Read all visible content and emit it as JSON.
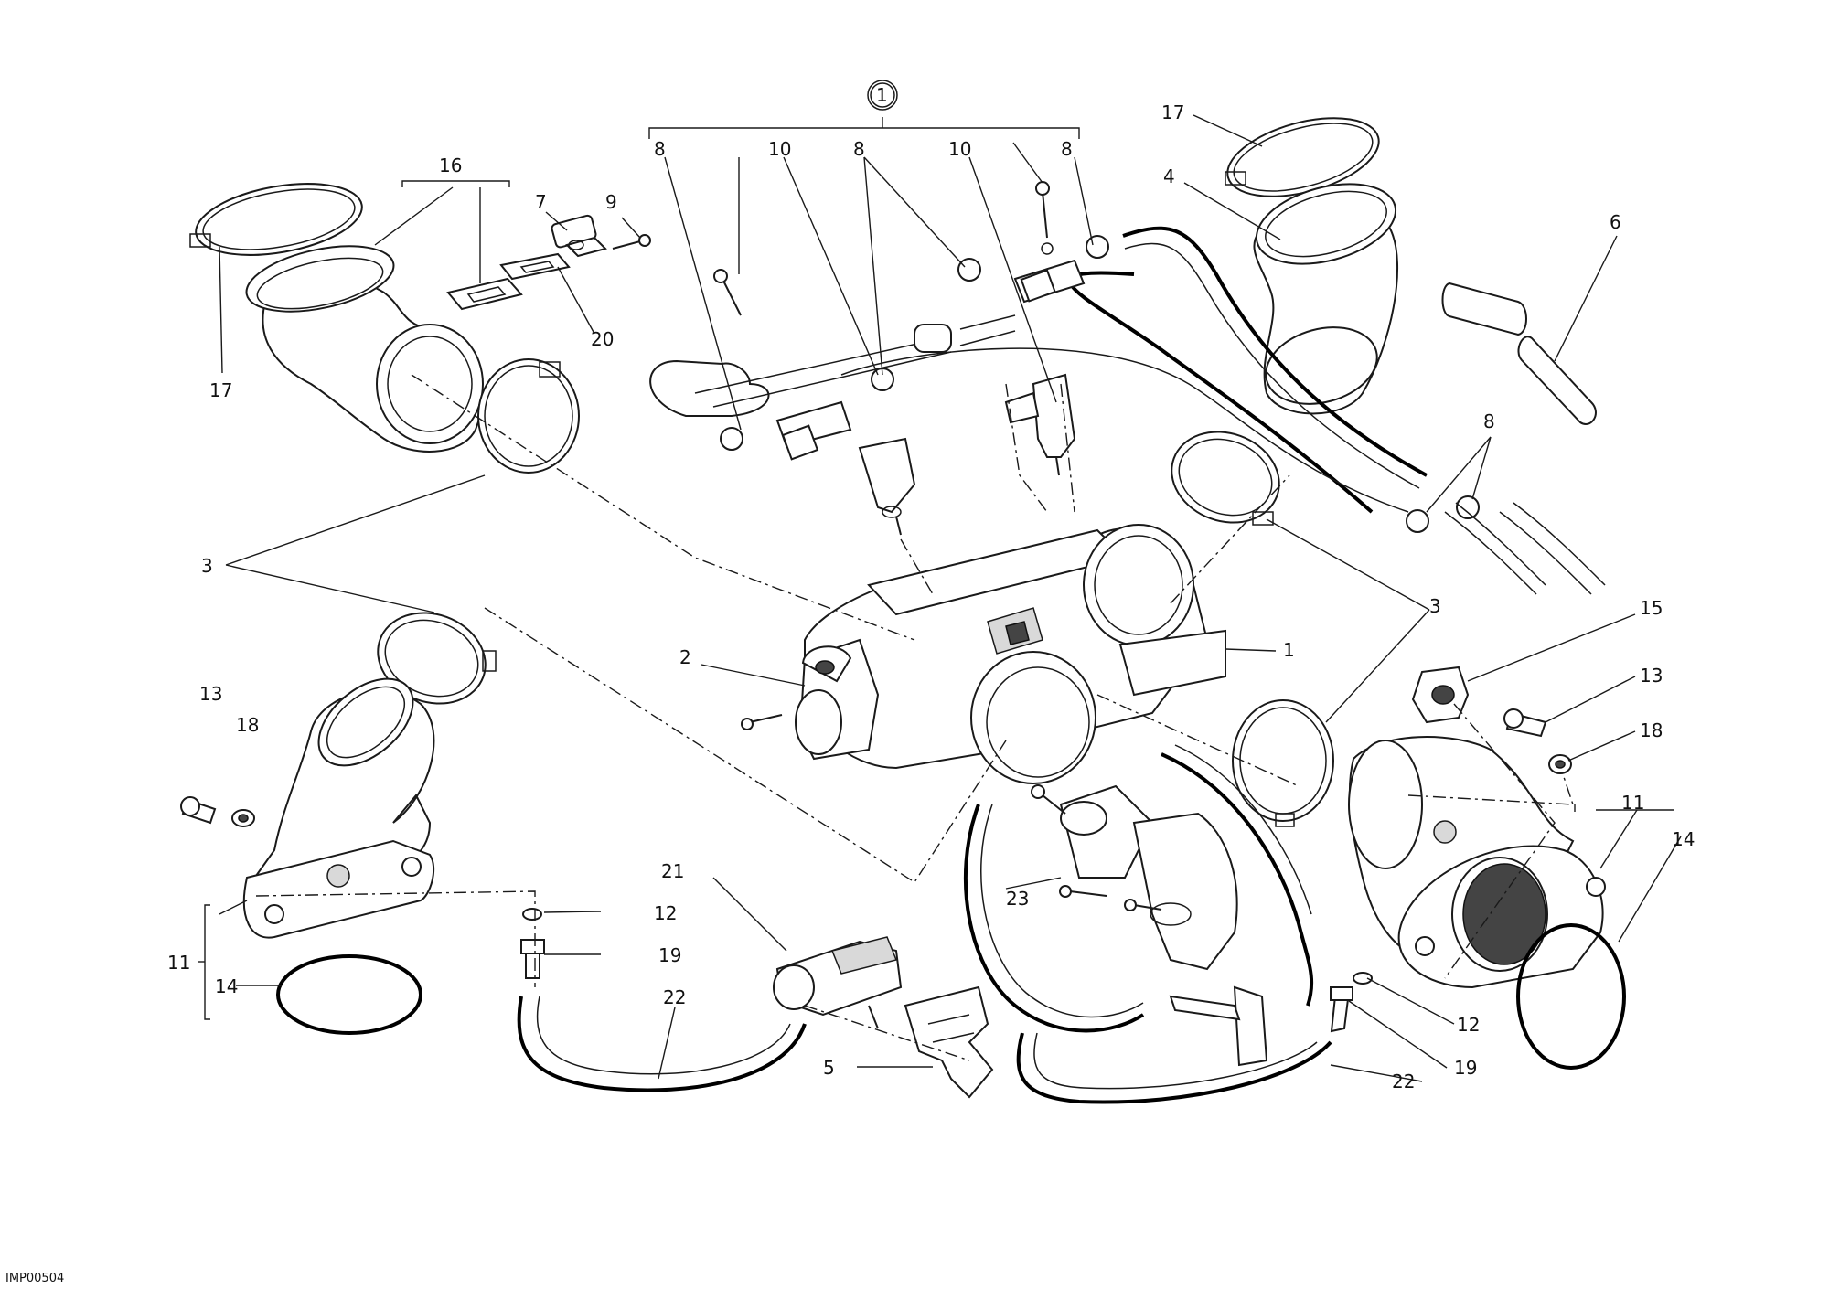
{
  "drawing_code": "IMP00504",
  "callouts": [
    {
      "id": "c1-top",
      "text": "1",
      "circled": true
    },
    {
      "id": "c8-a",
      "text": "8"
    },
    {
      "id": "c10-a",
      "text": "10"
    },
    {
      "id": "c8-b",
      "text": "8"
    },
    {
      "id": "c10-b",
      "text": "10"
    },
    {
      "id": "c8-c",
      "text": "8"
    },
    {
      "id": "c16",
      "text": "16"
    },
    {
      "id": "c7",
      "text": "7"
    },
    {
      "id": "c9",
      "text": "9"
    },
    {
      "id": "c20",
      "text": "20"
    },
    {
      "id": "c17-left",
      "text": "17"
    },
    {
      "id": "c17-right",
      "text": "17"
    },
    {
      "id": "c4",
      "text": "4"
    },
    {
      "id": "c6",
      "text": "6"
    },
    {
      "id": "c8-right",
      "text": "8"
    },
    {
      "id": "c3-left",
      "text": "3"
    },
    {
      "id": "c3-right",
      "text": "3"
    },
    {
      "id": "c2",
      "text": "2"
    },
    {
      "id": "c1-body",
      "text": "1"
    },
    {
      "id": "c15",
      "text": "15"
    },
    {
      "id": "c13-left",
      "text": "13"
    },
    {
      "id": "c18-left",
      "text": "18"
    },
    {
      "id": "c13-right",
      "text": "13"
    },
    {
      "id": "c18-right",
      "text": "18"
    },
    {
      "id": "c11-right",
      "text": "11"
    },
    {
      "id": "c14-right",
      "text": "14"
    },
    {
      "id": "c11-left",
      "text": "11"
    },
    {
      "id": "c14-left",
      "text": "14"
    },
    {
      "id": "c12-left",
      "text": "12"
    },
    {
      "id": "c19-left",
      "text": "19"
    },
    {
      "id": "c21",
      "text": "21"
    },
    {
      "id": "c23",
      "text": "23"
    },
    {
      "id": "c22-left",
      "text": "22"
    },
    {
      "id": "c5",
      "text": "5"
    },
    {
      "id": "c12-right",
      "text": "12"
    },
    {
      "id": "c19-right",
      "text": "19"
    },
    {
      "id": "c22-right",
      "text": "22"
    }
  ]
}
